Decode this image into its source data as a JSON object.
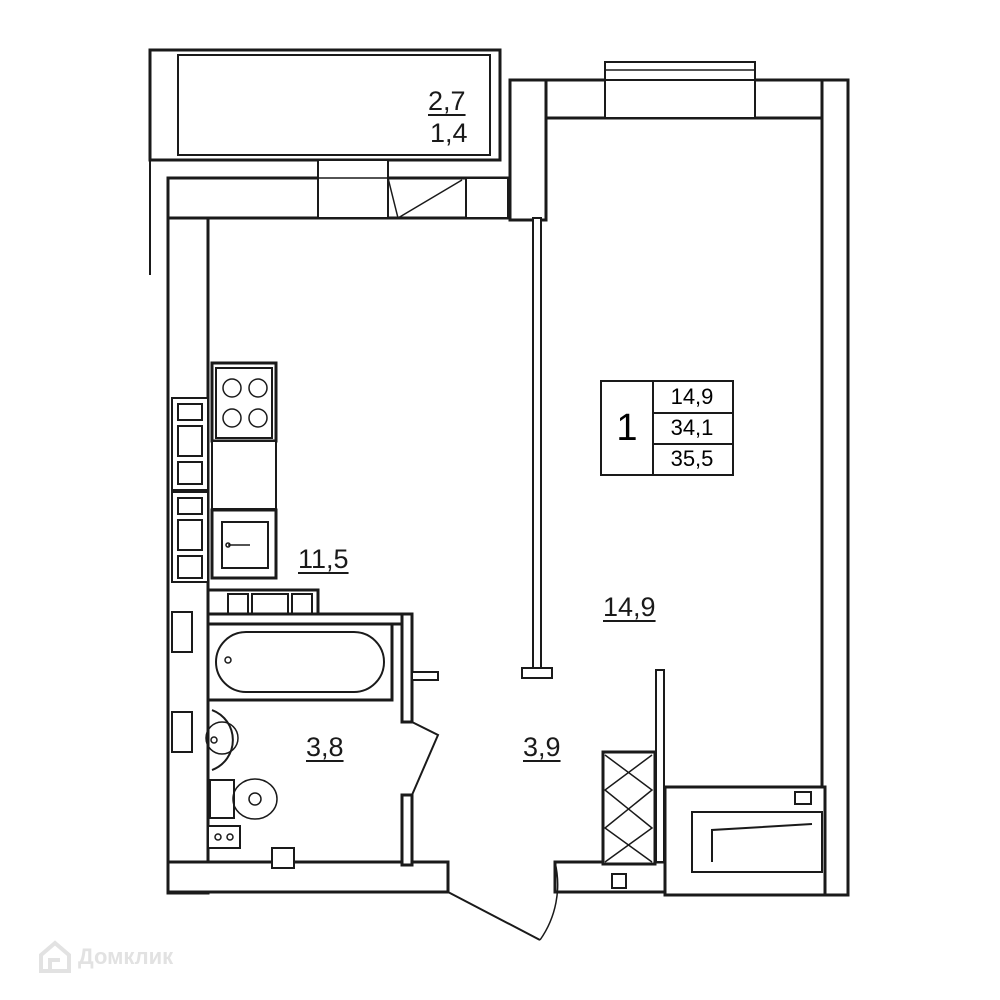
{
  "plan": {
    "balcony": {
      "area_top": "2,7",
      "area_bottom": "1,4"
    },
    "kitchen_area": "11,5",
    "room_area": "14,9",
    "bathroom_area": "3,8",
    "hallway_area": "3,9"
  },
  "legend": {
    "rooms": "1",
    "living_area": "14,9",
    "total_area": "34,1",
    "total_area_with_balcony": "35,5"
  },
  "watermark": {
    "text": "Домклик"
  }
}
